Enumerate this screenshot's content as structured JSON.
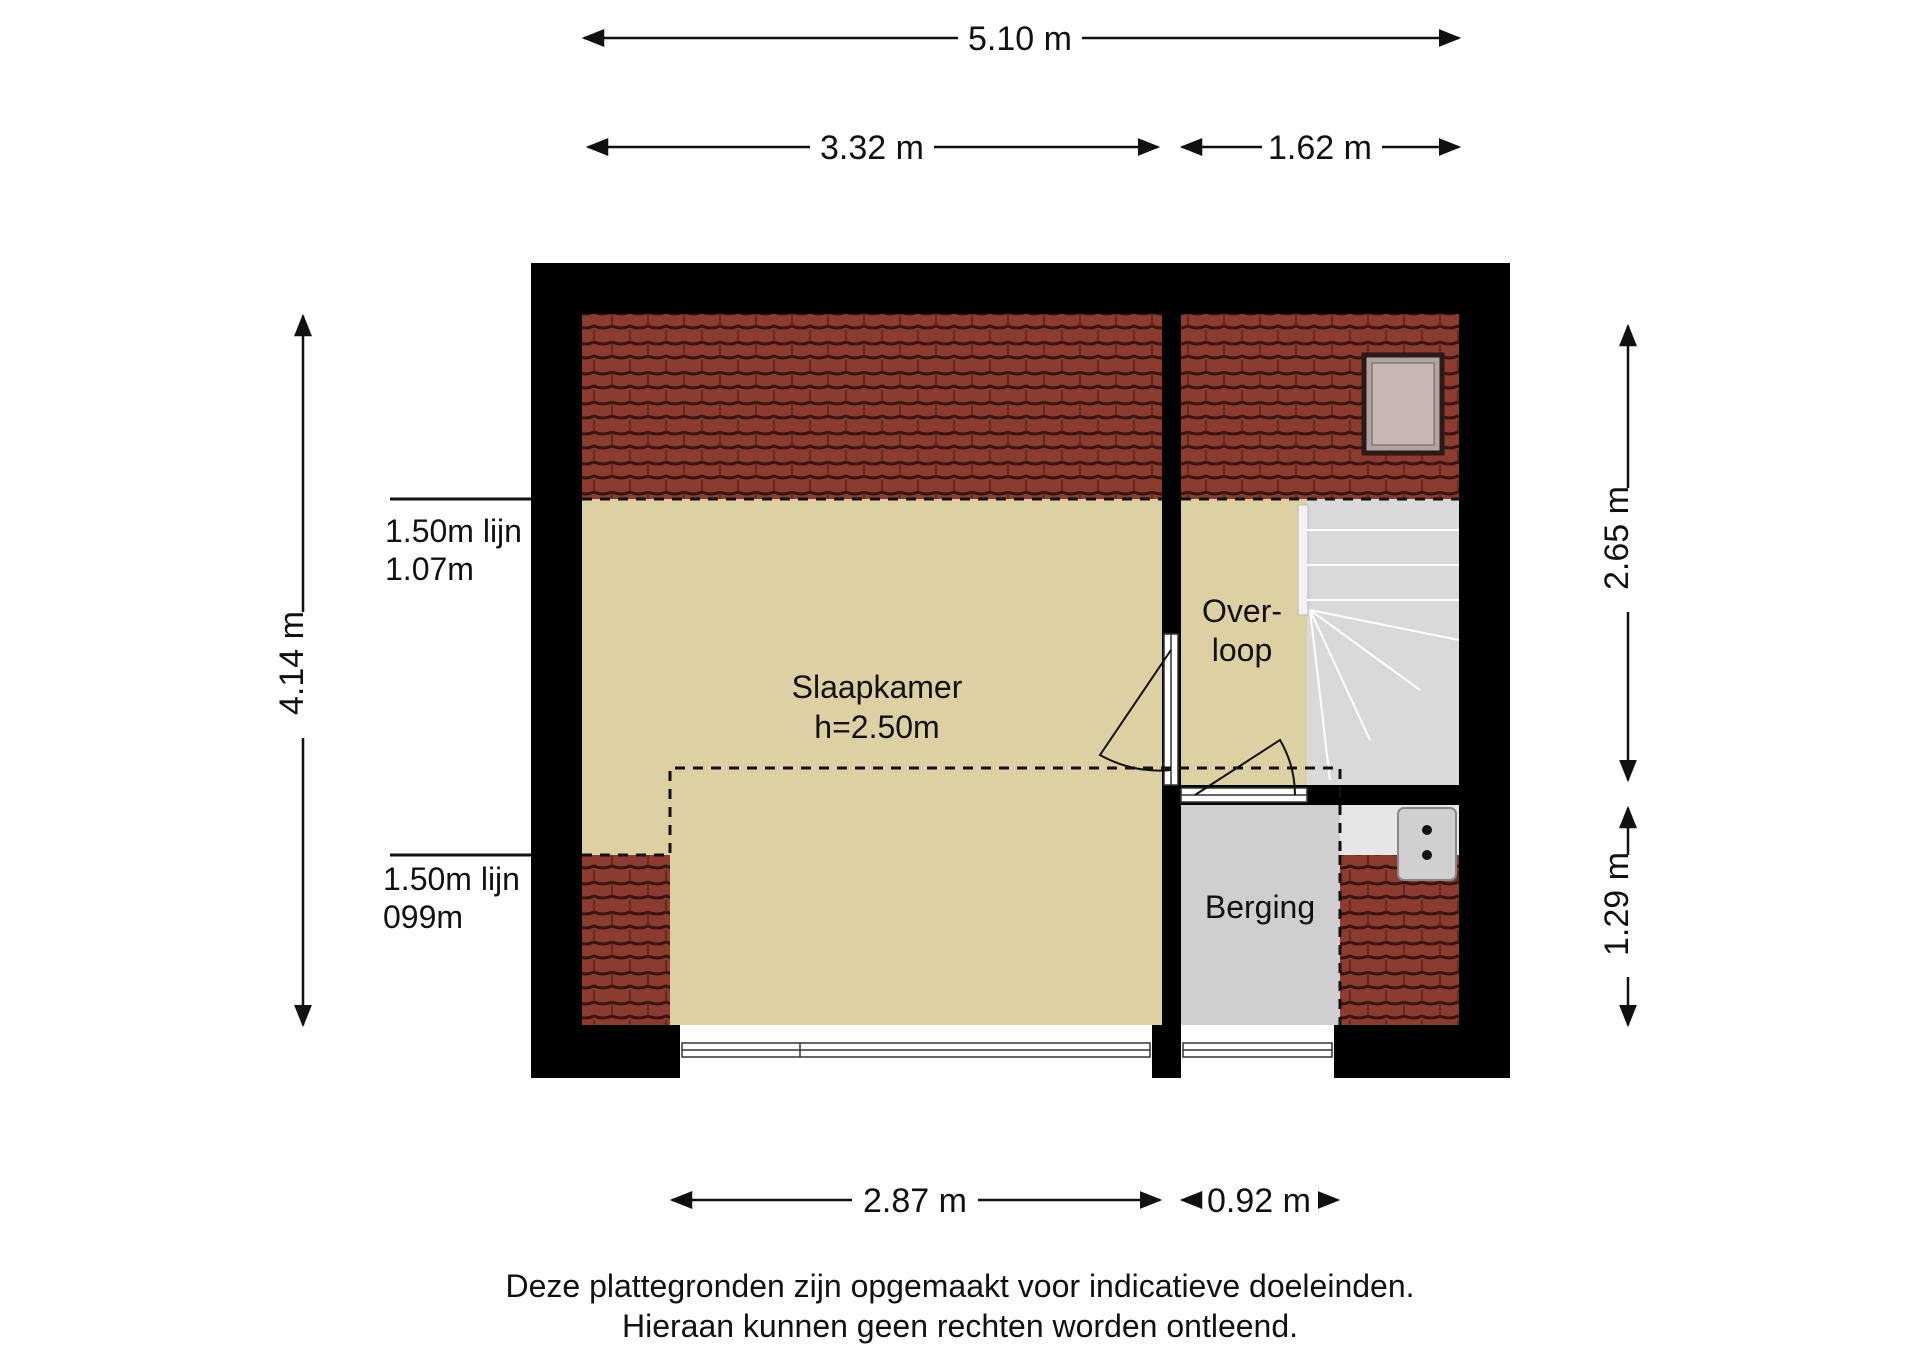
{
  "dimensions": {
    "top_total": "5.10 m",
    "top_left": "3.32 m",
    "top_right": "1.62 m",
    "left_total": "4.14 m",
    "right_upper": "2.65 m",
    "right_lower": "1.29 m",
    "bottom_left": "2.87 m",
    "bottom_right": "0.92 m"
  },
  "height_lines": {
    "upper_label": "1.50m lijn",
    "upper_value": "1.07m",
    "lower_label": "1.50m lijn",
    "lower_value": "099m"
  },
  "rooms": {
    "slaapkamer_name": "Slaapkamer",
    "slaapkamer_height": "h=2.50m",
    "overloop_line1": "Over-",
    "overloop_line2": "loop",
    "berging_name": "Berging"
  },
  "disclaimer": {
    "line1": "Deze plattegronden zijn opgemaakt voor indicatieve doeleinden.",
    "line2": "Hieraan kunnen geen rechten worden ontleend."
  },
  "colors": {
    "wall": "#000000",
    "floor": "#ddd0a2",
    "roof_tile": "#8c3c2e",
    "berging_floor": "#cfcfcf",
    "stair": "#c9c9c9"
  }
}
